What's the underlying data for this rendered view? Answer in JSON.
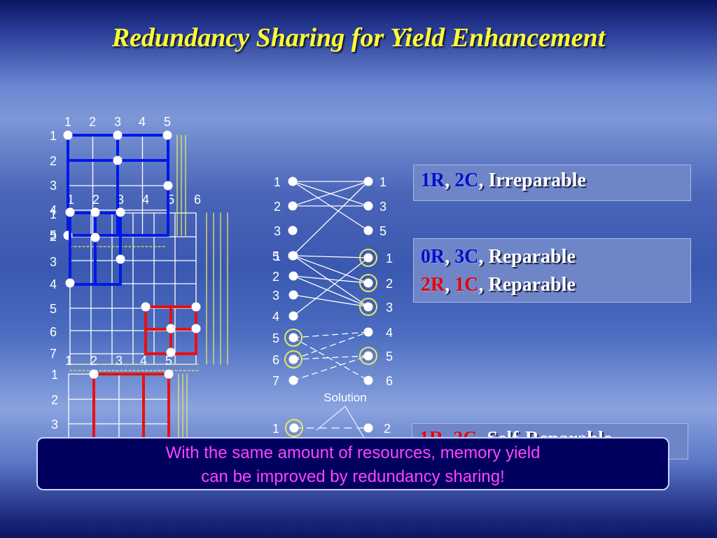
{
  "title": "Redundancy Sharing for Yield Enhancement",
  "grid_a": {
    "cols": [
      "1",
      "2",
      "3",
      "4",
      "5"
    ],
    "rows": [
      "1",
      "2",
      "3",
      "4",
      "5"
    ]
  },
  "grid_b": {
    "cols": [
      "1",
      "2",
      "3",
      "4",
      "5",
      "6"
    ],
    "rows": [
      "1",
      "2",
      "3",
      "4",
      "5",
      "6",
      "7"
    ]
  },
  "grid_c": {
    "cols": [
      "1",
      "2",
      "3",
      "4",
      "5"
    ],
    "rows": [
      "1",
      "2",
      "3"
    ]
  },
  "graph_top": {
    "left": [
      "1",
      "2",
      "3",
      "1"
    ],
    "right": [
      "1",
      "3",
      "5"
    ]
  },
  "graph_mid": {
    "left": [
      "5",
      "2",
      "3",
      "4",
      "5",
      "6",
      "7"
    ],
    "right": [
      "1",
      "2",
      "3",
      "4",
      "5",
      "6"
    ]
  },
  "solution_label": "Solution",
  "graph_bottom": {
    "left": "1",
    "right": "2"
  },
  "box1": {
    "r": "1R",
    "c": "2C",
    "status": "Irreparable"
  },
  "box2": {
    "r1": "0R",
    "c1": "3C",
    "status1": "Reparable",
    "r2": "2R",
    "c2": "1C",
    "status2": "Reparable"
  },
  "box3": {
    "r": "1R",
    "c": "2C",
    "status": "Self-Reparable"
  },
  "callout": {
    "line1": "With the same amount of resources, memory yield",
    "line2": "can be improved by redundancy sharing!"
  },
  "colors": {
    "title": "#ffff33",
    "blue_repair": "#0018e8",
    "red_repair": "#e81010",
    "callout_text": "#ff44ff",
    "spare_lines": "#e8e860"
  }
}
